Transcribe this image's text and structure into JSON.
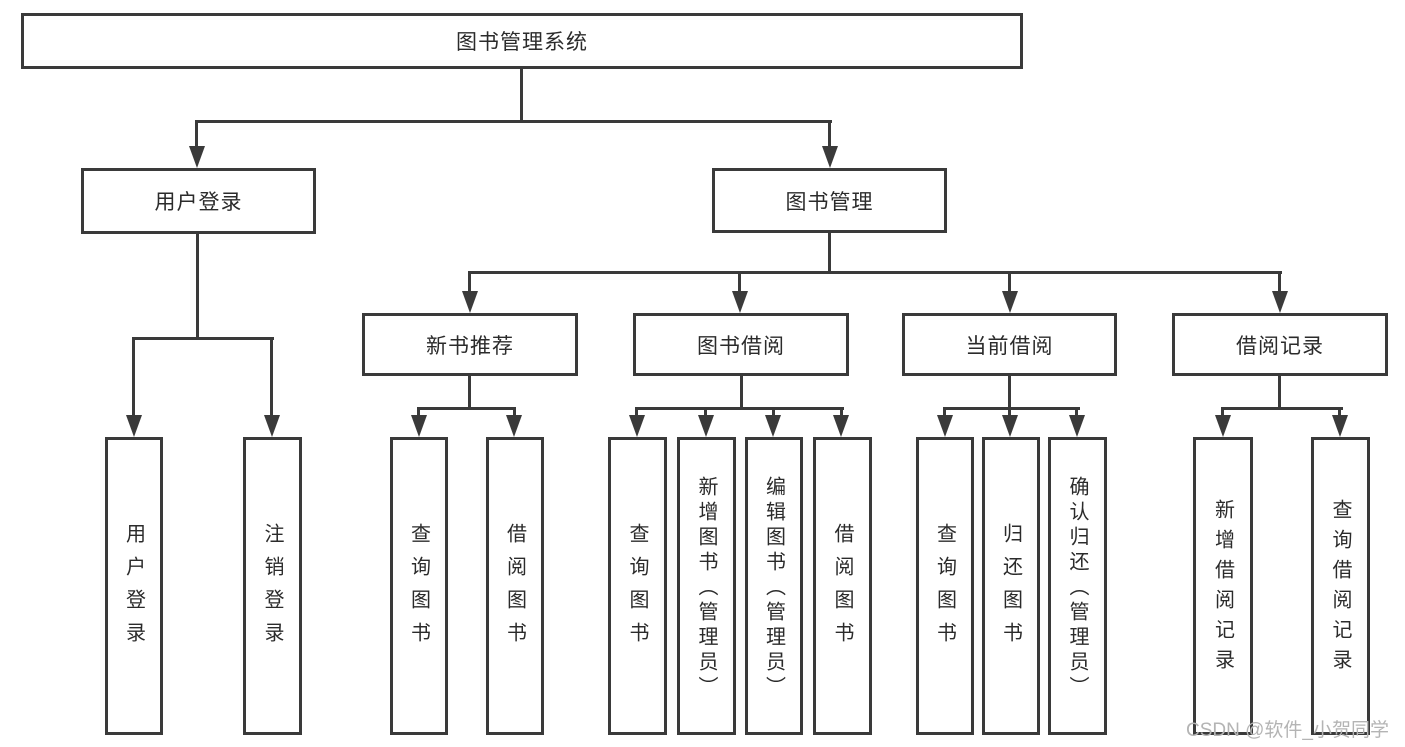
{
  "diagram": {
    "root": "图书管理系统",
    "level2": [
      "用户登录",
      "图书管理"
    ],
    "level3": [
      "新书推荐",
      "图书借阅",
      "当前借阅",
      "借阅记录"
    ],
    "user_children": [
      "用户登录",
      "注销登录"
    ],
    "new_book_children": [
      "查询图书",
      "借阅图书"
    ],
    "borrow_children": [
      "查询图书",
      "新增图书（管理员）",
      "编辑图书（管理员）",
      "借阅图书"
    ],
    "current_children": [
      "查询图书",
      "归还图书",
      "确认归还（管理员）"
    ],
    "record_children": [
      "新增借阅记录",
      "查询借阅记录"
    ]
  },
  "watermark": "CSDN @软件_小贺同学",
  "colors": {
    "line": "#3a3a3a",
    "text": "#2b2b2b",
    "watermark_gray": "#b4b4b4",
    "background": "#ffffff"
  }
}
